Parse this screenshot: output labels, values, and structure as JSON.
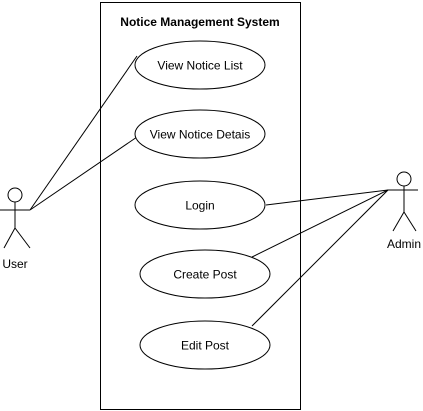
{
  "diagram": {
    "system_title": "Notice Management System",
    "actors": {
      "user": "User",
      "admin": "Admin"
    },
    "use_cases": [
      {
        "label": "View Notice List"
      },
      {
        "label": "View Notice Detais"
      },
      {
        "label": "Login"
      },
      {
        "label": "Create Post"
      },
      {
        "label": "Edit Post"
      }
    ]
  }
}
